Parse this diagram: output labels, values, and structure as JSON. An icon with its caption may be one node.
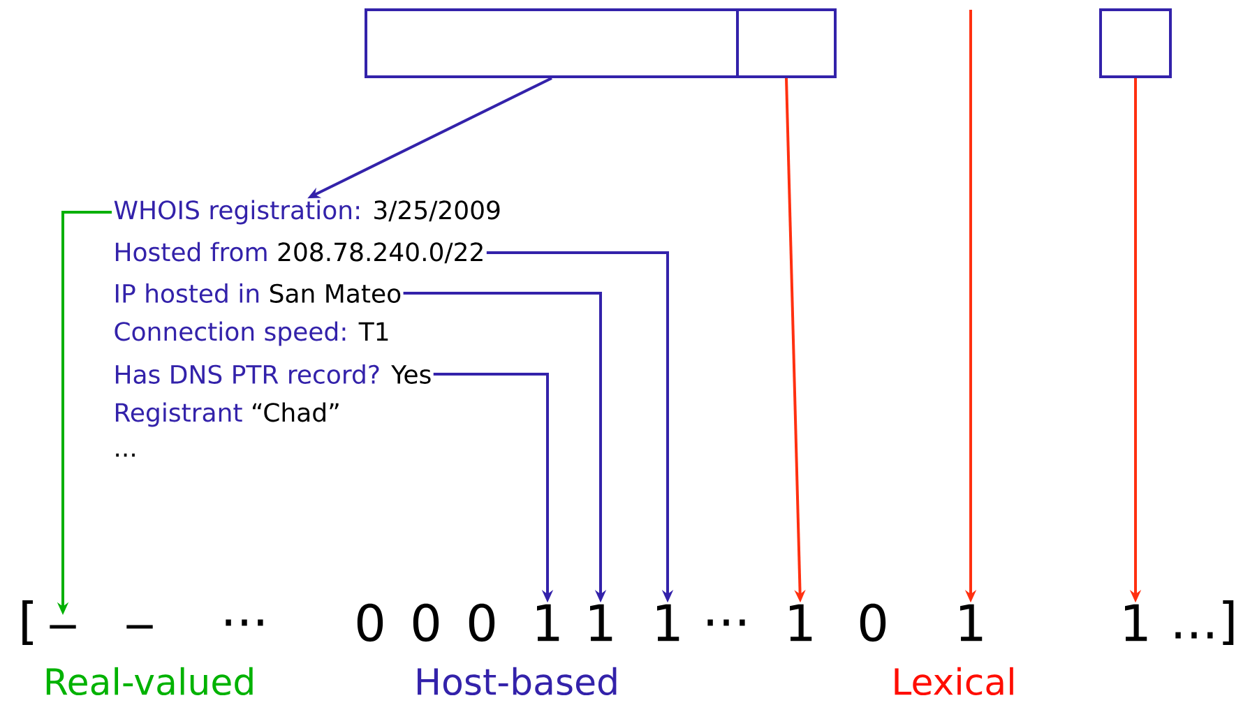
{
  "diagram": {
    "nodes": [
      {
        "text": [],
        "shape": "box"
      },
      {
        "text": [],
        "shape": "box"
      },
      {
        "text": [],
        "shape": "box"
      },
      {
        "text": [
          "WHOIS registration:",
          "3/25/2009"
        ]
      },
      {
        "text": [
          "Hosted from",
          "208.78.240.0/22"
        ]
      },
      {
        "text": [
          "IP hosted in",
          "San Mateo"
        ]
      },
      {
        "text": [
          "Connection speed:",
          "T1"
        ]
      },
      {
        "text": [
          "Has DNS PTR record?",
          "Yes"
        ]
      },
      {
        "text": [
          "Registrant",
          "“Chad”"
        ]
      },
      {
        "text": [
          "_"
        ]
      },
      {
        "text": [
          "1"
        ]
      },
      {
        "text": [
          "1"
        ]
      },
      {
        "text": [
          "1"
        ]
      },
      {
        "text": [
          "1"
        ]
      },
      {
        "text": [
          "1"
        ]
      },
      {
        "text": [
          "1"
        ]
      }
    ],
    "edges": [
      {
        "from": 0,
        "to": 3,
        "arrow": "to",
        "color": "#3322aa"
      },
      {
        "from": 3,
        "to": 9,
        "arrow": "to",
        "color": "#00b000"
      },
      {
        "from": 4,
        "to": 12,
        "arrow": "to",
        "color": "#3322aa"
      },
      {
        "from": 5,
        "to": 11,
        "arrow": "to",
        "color": "#3322aa"
      },
      {
        "from": 7,
        "to": 10,
        "arrow": "to",
        "color": "#3322aa"
      },
      {
        "from": 1,
        "to": 13,
        "arrow": "to",
        "color": "#ff3010"
      },
      {
        "from": null,
        "to": 14,
        "arrow": "to",
        "color": "#ff3010"
      },
      {
        "from": 2,
        "to": 15,
        "arrow": "to",
        "color": "#ff3010"
      }
    ],
    "labels": [
      "...",
      "[",
      "_",
      "...",
      "0",
      "0",
      "0",
      "...",
      "0",
      "...]",
      "Real-valued",
      "Host-based",
      "Lexical"
    ]
  }
}
